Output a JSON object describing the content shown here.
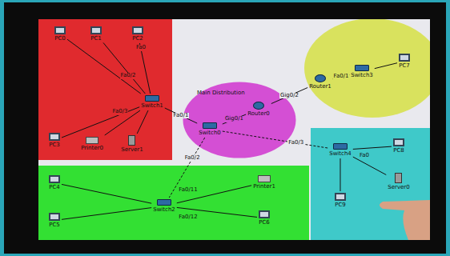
{
  "diagram": {
    "nodes": [
      {
        "text": [
          "Main Distribution"
        ]
      },
      {
        "text": [
          "Switch0"
        ],
        "in": 0
      },
      {
        "text": [
          "Router0"
        ],
        "in": 0
      },
      {
        "text": [
          "Switch1"
        ]
      },
      {
        "text": [
          "PC0"
        ]
      },
      {
        "text": [
          "PC1"
        ]
      },
      {
        "text": [
          "PC2"
        ]
      },
      {
        "text": [
          "PC3"
        ]
      },
      {
        "text": [
          "Printer0"
        ]
      },
      {
        "text": [
          "Server1"
        ]
      },
      {
        "text": [
          "Switch2"
        ]
      },
      {
        "text": [
          "PC4"
        ]
      },
      {
        "text": [
          "PC5"
        ]
      },
      {
        "text": [
          "Printer1"
        ]
      },
      {
        "text": [
          "PC6"
        ]
      },
      {
        "text": [
          "Router1"
        ]
      },
      {
        "text": [
          "Switch3"
        ]
      },
      {
        "text": [
          "PC7"
        ]
      },
      {
        "text": [
          "Switch4"
        ]
      },
      {
        "text": [
          "PC8"
        ]
      },
      {
        "text": [
          "PC9"
        ]
      },
      {
        "text": [
          "Server0"
        ]
      }
    ],
    "edges": [
      {
        "from": 3,
        "to": 1,
        "label": "Fa0/1",
        "arrow": "none"
      },
      {
        "from": 1,
        "to": 2,
        "label": "Gig0/1",
        "arrow": "none"
      },
      {
        "from": 1,
        "to": 10,
        "label": "Fa0/2",
        "arrow": "none"
      },
      {
        "from": 1,
        "to": 18,
        "label": "Fa0/3",
        "arrow": "none"
      },
      {
        "from": 2,
        "to": 15,
        "label": "Gig0/2",
        "arrow": "none"
      },
      {
        "from": 15,
        "to": 16,
        "label": "Fa0/1",
        "arrow": "none"
      },
      {
        "from": 16,
        "to": 17,
        "arrow": "none"
      },
      {
        "from": 3,
        "to": 4,
        "arrow": "none"
      },
      {
        "from": 3,
        "to": 5,
        "arrow": "none"
      },
      {
        "from": 3,
        "to": 6,
        "arrow": "none"
      },
      {
        "from": 3,
        "to": 7,
        "arrow": "none"
      },
      {
        "from": 3,
        "to": 8,
        "arrow": "none"
      },
      {
        "from": 3,
        "to": 9,
        "arrow": "none"
      },
      {
        "from": 10,
        "to": 11,
        "arrow": "none"
      },
      {
        "from": 10,
        "to": 12,
        "arrow": "none"
      },
      {
        "from": 10,
        "to": 13,
        "arrow": "none"
      },
      {
        "from": 10,
        "to": 14,
        "arrow": "none"
      },
      {
        "from": 18,
        "to": 19,
        "arrow": "none"
      },
      {
        "from": 18,
        "to": 20,
        "arrow": "none"
      },
      {
        "from": 18,
        "to": 21,
        "arrow": "none"
      }
    ],
    "labels": [
      "Fa0",
      "Fa0/2",
      "Fa0/3",
      "Fa0/11",
      "Fa0/12",
      "Fa0"
    ]
  }
}
